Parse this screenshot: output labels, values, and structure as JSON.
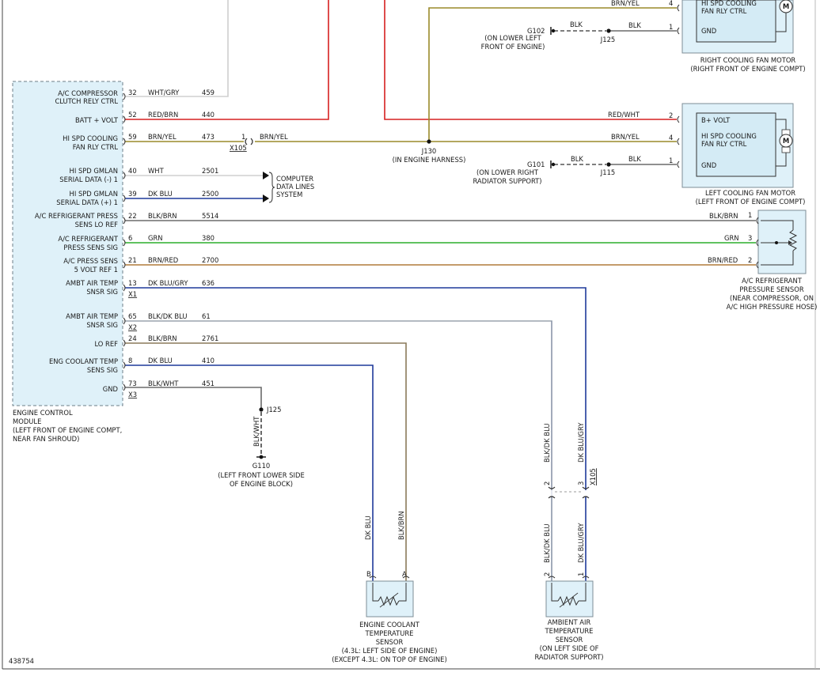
{
  "figure_id": "438754",
  "ecm": {
    "caption": [
      "ENGINE CONTROL",
      "MODULE",
      "(LEFT FRONT OF ENGINE COMPT,",
      "NEAR FAN SHROUD)"
    ],
    "pins": [
      {
        "name1": "A/C COMPRESSOR",
        "name2": "CLUTCH RELY CTRL",
        "pin": "32",
        "color": "WHT/GRY",
        "circuit": "459"
      },
      {
        "name1": "BATT + VOLT",
        "pin": "52",
        "color": "RED/BRN",
        "circuit": "440"
      },
      {
        "name1": "HI SPD COOLING",
        "name2": "FAN RLY CTRL",
        "pin": "59",
        "color": "BRN/YEL",
        "circuit": "473"
      },
      {
        "name1": "HI SPD GMLAN",
        "name2": "SERIAL DATA (-) 1",
        "pin": "40",
        "color": "WHT",
        "circuit": "2501"
      },
      {
        "name1": "HI SPD GMLAN",
        "name2": "SERIAL DATA (+) 1",
        "pin": "39",
        "color": "DK BLU",
        "circuit": "2500"
      },
      {
        "name1": "A/C REFRIGERANT PRESS",
        "name2": "SENS LO REF",
        "pin": "22",
        "color": "BLK/BRN",
        "circuit": "5514"
      },
      {
        "name1": "A/C REFRIGERANT",
        "name2": "PRESS SENS SIG",
        "pin": "6",
        "color": "GRN",
        "circuit": "380"
      },
      {
        "name1": "A/C PRESS SENS",
        "name2": "5 VOLT REF 1",
        "pin": "21",
        "color": "BRN/RED",
        "circuit": "2700"
      },
      {
        "name1": "AMBT AIR TEMP",
        "name2": "SNSR SIG",
        "pin": "13",
        "color": "DK BLU/GRY",
        "circuit": "636",
        "connector": "X1"
      },
      {
        "name1": "AMBT AIR TEMP",
        "name2": "SNSR SIG",
        "pin": "65",
        "color": "BLK/DK BLU",
        "circuit": "61",
        "connector": "X2"
      },
      {
        "name1": "LO REF",
        "pin": "24",
        "color": "BLK/BRN",
        "circuit": "2761"
      },
      {
        "name1": "ENG COOLANT TEMP",
        "name2": "SENS SIG",
        "pin": "8",
        "color": "DK BLU",
        "circuit": "410"
      },
      {
        "name1": "GND",
        "pin": "73",
        "color": "BLK/WHT",
        "circuit": "451",
        "connector": "X3"
      }
    ]
  },
  "connectors": {
    "x105_main": {
      "name": "X105",
      "pin": "1",
      "color": "BRN/YEL"
    }
  },
  "data_lines": [
    "COMPUTER",
    "DATA LINES",
    "SYSTEM"
  ],
  "splices": {
    "j130": {
      "name": "J130",
      "location": "(IN ENGINE HARNESS)"
    }
  },
  "right_fan": {
    "motor_symbol": "M",
    "wire1_color": "BRN/YEL",
    "wire1_pin": "4",
    "relay_line1": "HI SPD COOLING",
    "relay_line2": "FAN RLY CTRL",
    "gnd_label": "GND",
    "wire2_color": "BLK",
    "wire2_pin": "1",
    "ground_wire_color": "BLK",
    "ground_name": "G102",
    "ground_location": [
      "(ON LOWER LEFT",
      "FRONT OF ENGINE)"
    ],
    "splice_name": "J125",
    "title": "RIGHT COOLING FAN MOTOR",
    "location": "(RIGHT FRONT OF ENGINE COMPT)"
  },
  "left_fan": {
    "motor_symbol": "M",
    "wire_b_color": "RED/WHT",
    "wire_b_pin": "2",
    "bvolt_label": "B+ VOLT",
    "wire_ctrl_color": "BRN/YEL",
    "wire_ctrl_pin": "4",
    "relay_line1": "HI SPD COOLING",
    "relay_line2": "FAN RLY CTRL",
    "gnd_label": "GND",
    "wire_gnd_color": "BLK",
    "wire_gnd_pin": "1",
    "ground_wire_color": "BLK",
    "ground_name": "G101",
    "ground_location": [
      "(ON LOWER RIGHT",
      "RADIATOR SUPPORT)"
    ],
    "splice_name": "J115",
    "title": "LEFT COOLING FAN MOTOR",
    "location": "(LEFT FRONT OF ENGINE COMPT)"
  },
  "ac_sensor": {
    "wires": [
      {
        "color": "BLK/BRN",
        "pin": "1"
      },
      {
        "color": "GRN",
        "pin": "3"
      },
      {
        "color": "BRN/RED",
        "pin": "2"
      }
    ],
    "caption": [
      "A/C REFRIGERANT",
      "PRESSURE SENSOR",
      "(NEAR COMPRESSOR, ON",
      "A/C HIGH PRESSURE HOSE)"
    ]
  },
  "grounds": {
    "g110": {
      "splice": "J125",
      "name": "G110",
      "wire_color": "BLK/WHT",
      "location": [
        "(LEFT FRONT LOWER SIDE",
        "OF ENGINE BLOCK)"
      ]
    }
  },
  "ect_sensor": {
    "wire_b_color": "DK BLU",
    "wire_a_color": "BLK/BRN",
    "pin_b": "B",
    "pin_a": "A",
    "caption": [
      "ENGINE COOLANT",
      "TEMPERATURE",
      "SENSOR",
      "(4.3L: LEFT SIDE OF ENGINE)",
      "(EXCEPT 4.3L: ON TOP OF ENGINE)"
    ]
  },
  "aat_sensor": {
    "upper_left_color": "BLK/DK BLU",
    "upper_right_color": "DK BLU/GRY",
    "x105_pin_left": "2",
    "x105_pin_right": "3",
    "x105_name": "X105",
    "lower_left_color": "BLK/DK BLU",
    "lower_right_color": "DK BLU/GRY",
    "pin_left": "2",
    "pin_right": "1",
    "caption": [
      "AMBIENT AIR",
      "TEMPERATURE",
      "SENSOR",
      "(ON LEFT SIDE OF",
      "RADIATOR SUPPORT)"
    ]
  }
}
